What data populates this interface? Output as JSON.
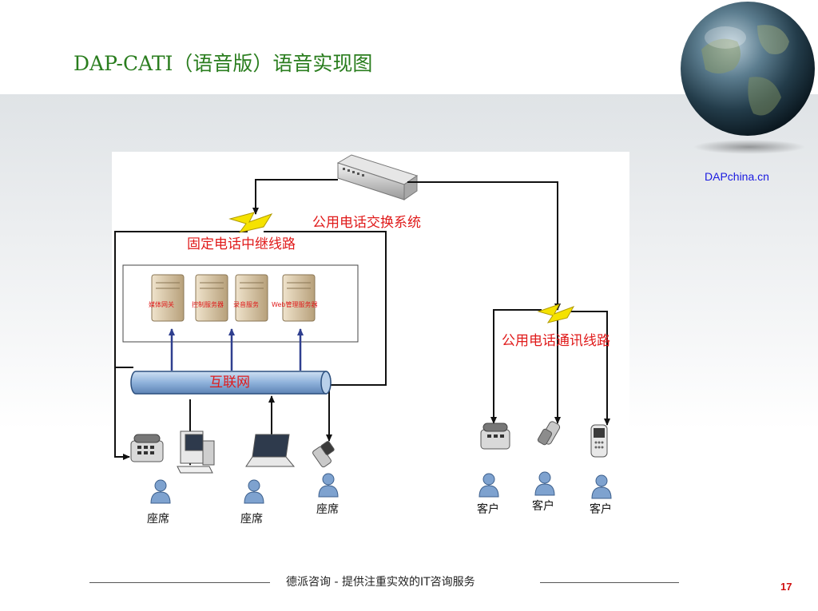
{
  "slide": {
    "title": "DAP-CATI（语音版）语音实现图",
    "website": "DAPchina.cn",
    "footer": "德派咨询 - 提供注重实效的IT咨询服务",
    "page_number": "17"
  },
  "diagram": {
    "switch_label": "公用电话交换系统",
    "trunk_label": "固定电话中继线路",
    "comm_line_label": "公用电话通讯线路",
    "internet_label": "互联网",
    "servers": [
      "媒体网关",
      "控制服务器",
      "录音服务",
      "Web管理服务器"
    ],
    "seats": [
      "座席",
      "座席",
      "座席"
    ],
    "clients": [
      "客户",
      "客户",
      "客户"
    ]
  },
  "colors": {
    "title": "#2a7d1e",
    "label": "#e01a1a",
    "arrow_up": "#2f3f8f",
    "website": "#1a1ae0",
    "page_number": "#d01010"
  }
}
